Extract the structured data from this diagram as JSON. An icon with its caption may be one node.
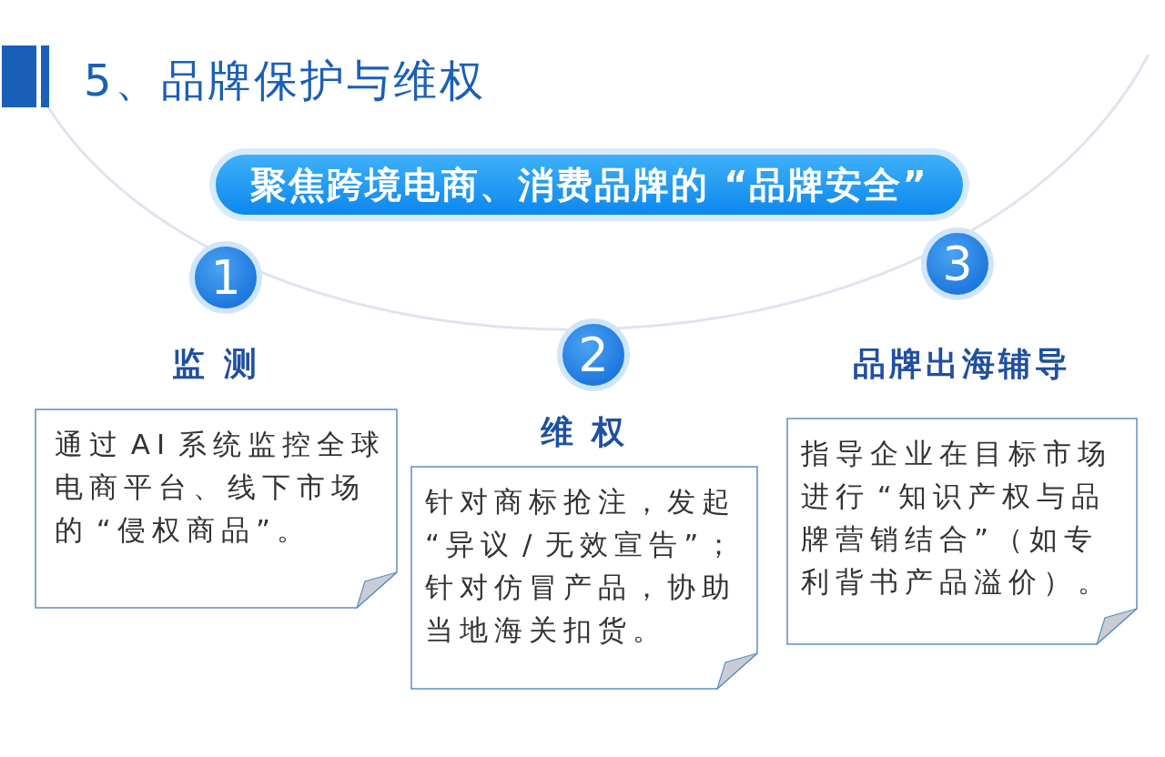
{
  "diagram": {
    "title": "5、品牌保护与维权",
    "nodes": [
      {
        "text": [
          "聚焦跨境电商、消费品牌的 “品牌安全”"
        ]
      },
      {
        "text": [
          "1"
        ]
      },
      {
        "text": [
          "监 测",
          "通过 AI 系统监控全球电商平台、线下市场的 “侵权商品”。"
        ]
      },
      {
        "text": [
          "2"
        ]
      },
      {
        "text": [
          "维 权",
          "针对商标抢注，发起“异议 / 无效宣告”；针对仿冒产品，协助当地海关扣货。"
        ]
      },
      {
        "text": [
          "3"
        ]
      },
      {
        "text": [
          "品牌出海辅导",
          "指导企业在目标市场进行 “知识产权与品牌营销结合”（如专利背书产品溢价）。"
        ]
      }
    ]
  }
}
